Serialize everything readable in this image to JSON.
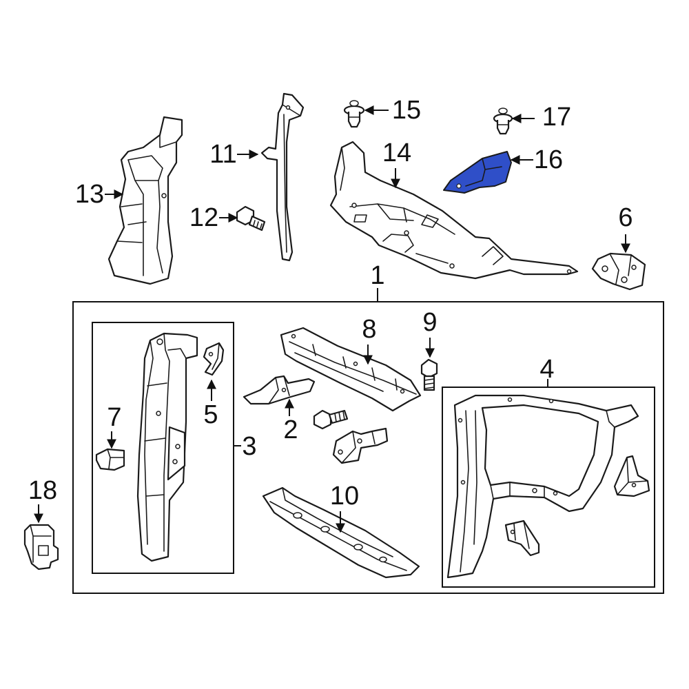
{
  "accent_color": "#2f4fc8",
  "callouts": {
    "c1": "1",
    "c2": "2",
    "c3": "3",
    "c4": "4",
    "c5": "5",
    "c6": "6",
    "c7": "7",
    "c8": "8",
    "c9": "9",
    "c10": "10",
    "c11": "11",
    "c12": "12",
    "c13": "13",
    "c14": "14",
    "c15": "15",
    "c16": "16",
    "c17": "17",
    "c18": "18"
  },
  "highlighted_part": "16"
}
